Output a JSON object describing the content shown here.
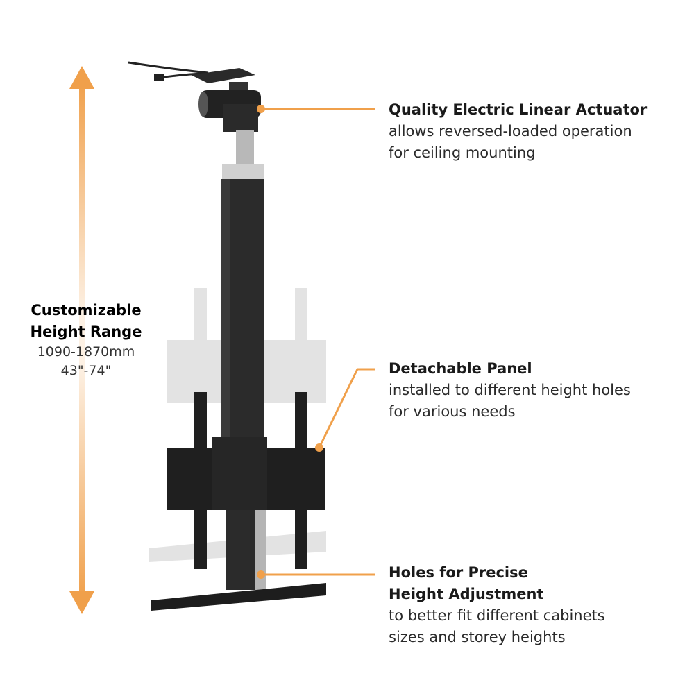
{
  "height_range": {
    "title_line1": "Customizable",
    "title_line2": "Height Range",
    "mm": "1090-1870mm",
    "inches": "43\"-74\""
  },
  "callouts": [
    {
      "title": [
        "Quality Electric Linear Actuator"
      ],
      "desc": [
        "allows reversed-loaded operation",
        "for ceiling mounting"
      ]
    },
    {
      "title": [
        "Detachable Panel"
      ],
      "desc": [
        "installed to different height holes",
        "for various needs"
      ]
    },
    {
      "title": [
        "Holes for Precise",
        "Height Adjustment"
      ],
      "desc": [
        "to better fit different cabinets",
        "sizes and storey heights"
      ]
    }
  ],
  "colors": {
    "accent": "#f0a04b",
    "product": "#2b2b2b",
    "ghost": "#e2e2e2"
  }
}
